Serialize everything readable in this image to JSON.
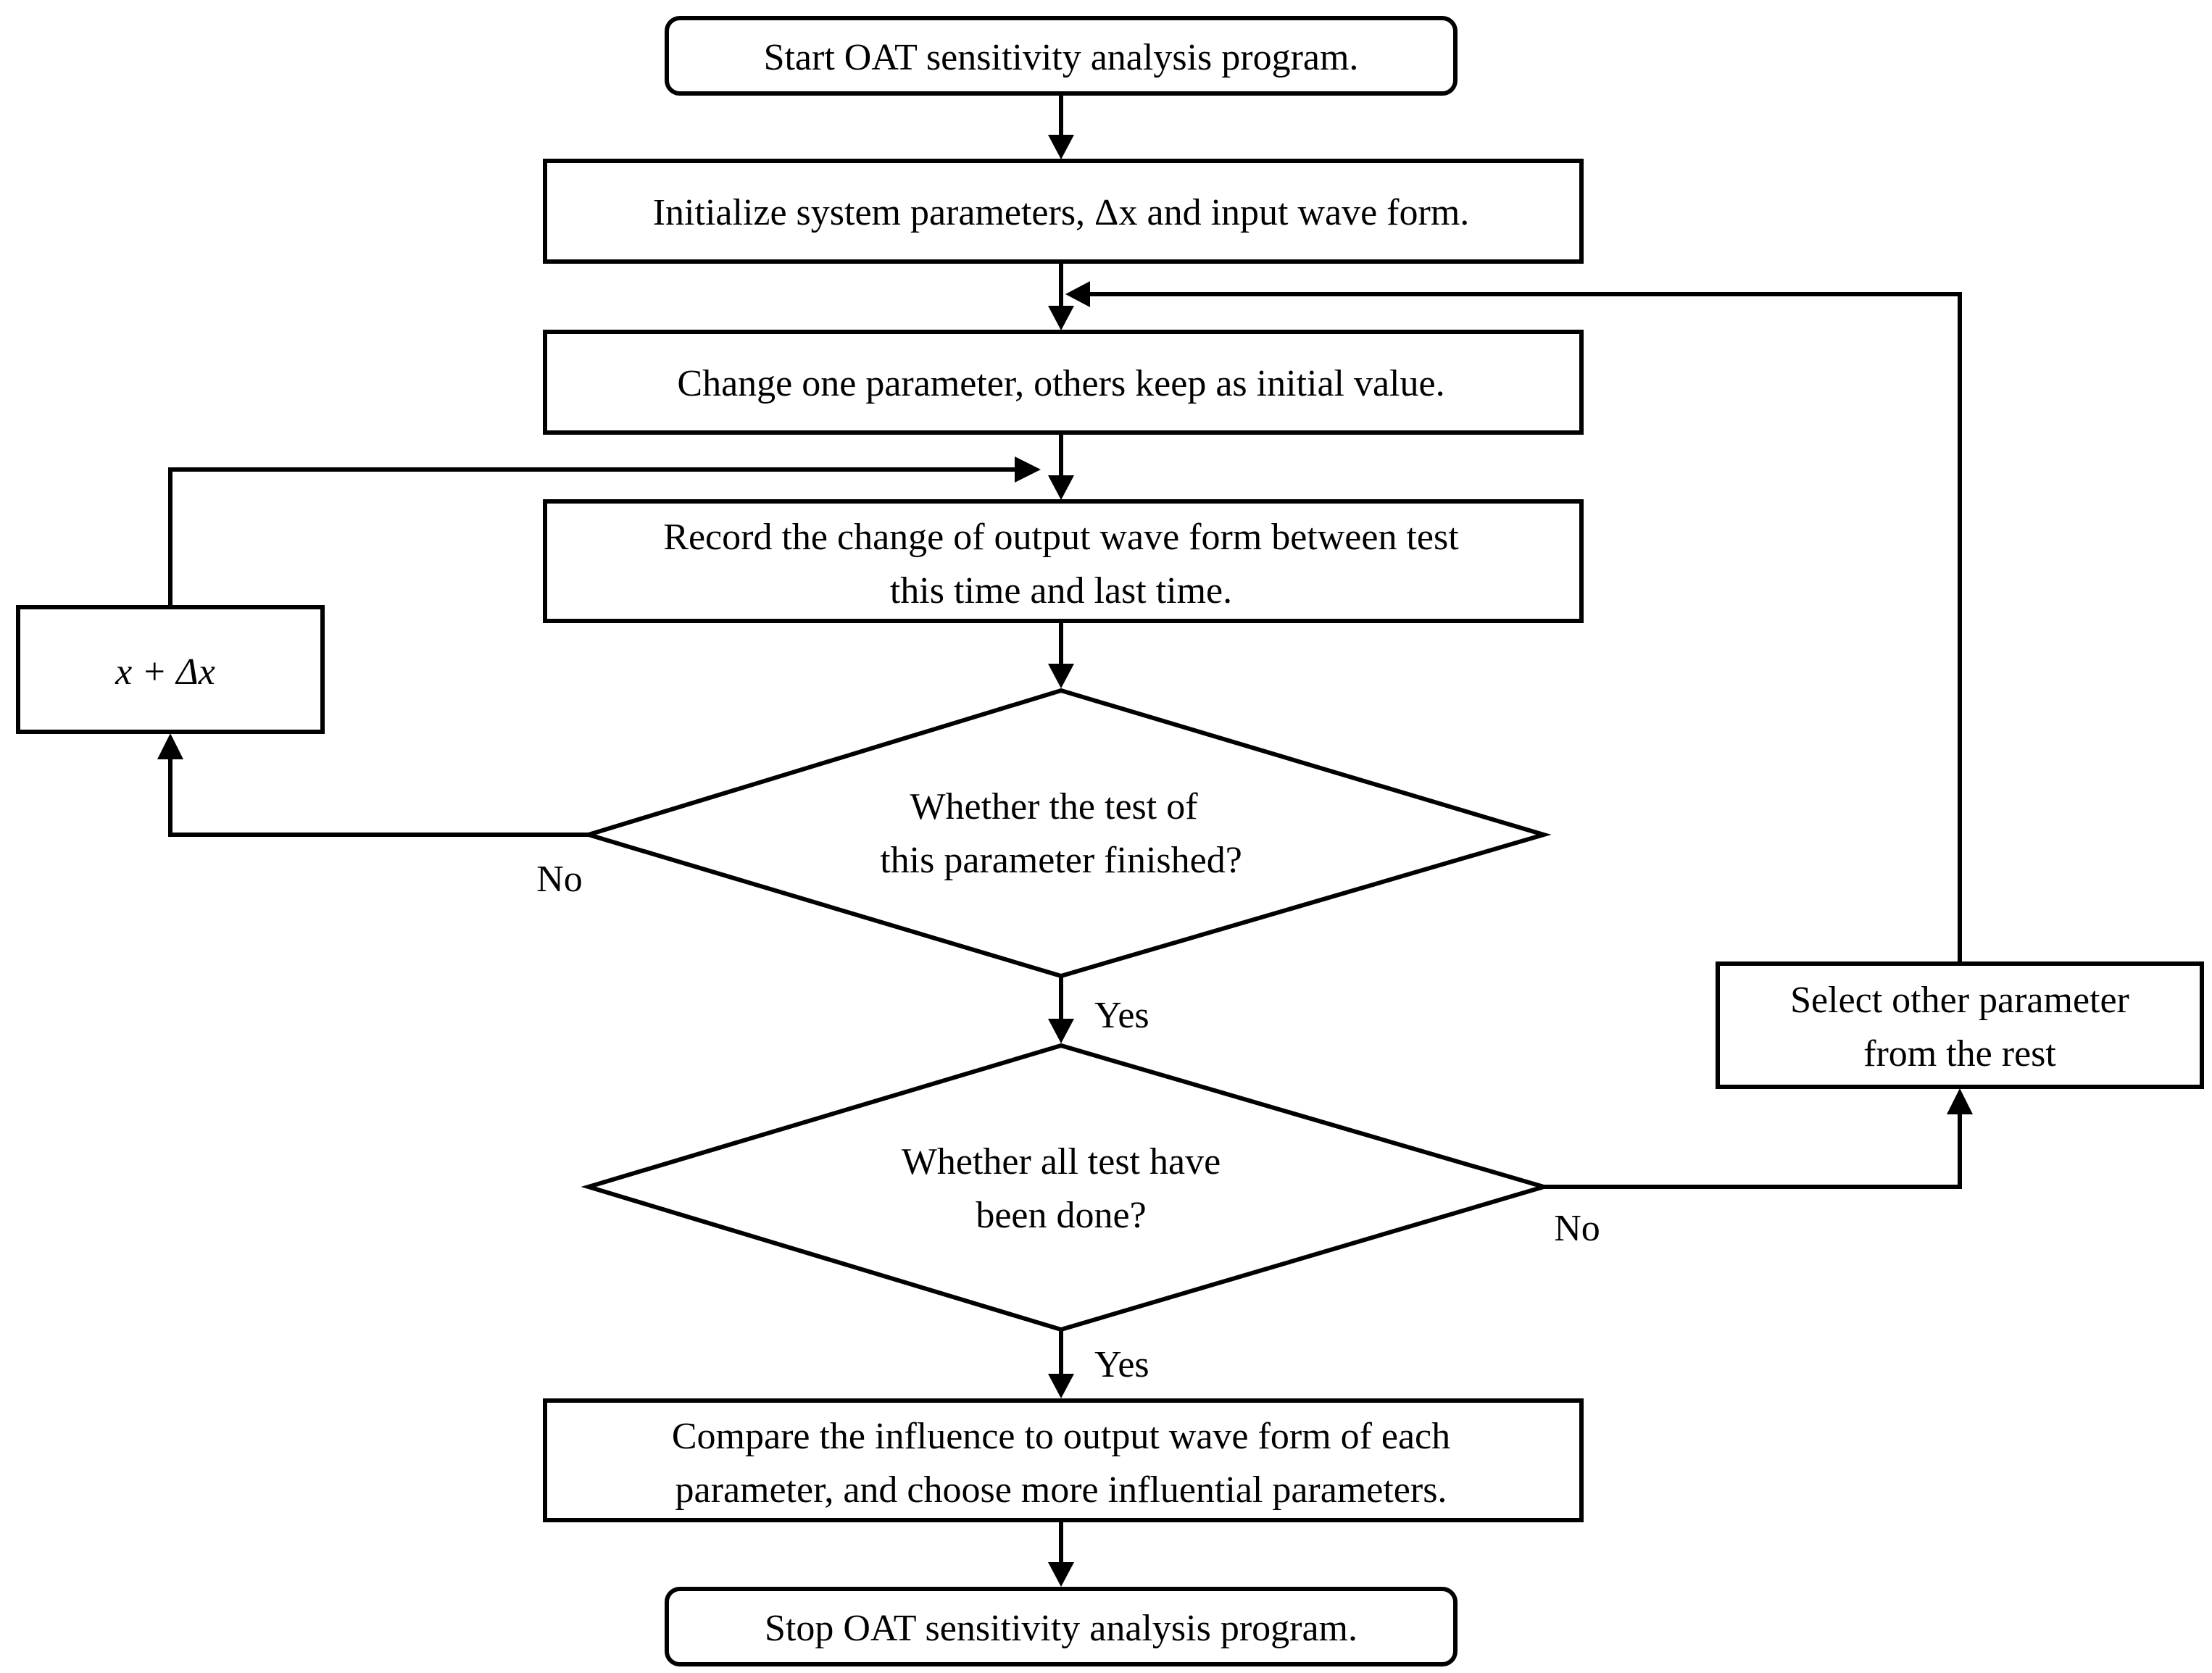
{
  "nodes": {
    "start": "Start OAT sensitivity analysis program.",
    "init": "Initialize system parameters, Δx and input wave form.",
    "change": "Change one parameter, others keep as initial value.",
    "record_1": "Record the change of output wave form between test",
    "record_2": "this time and last time.",
    "increment": "x + Δx",
    "decision1_1": "Whether the test of",
    "decision1_2": "this parameter finished?",
    "decision2_1": "Whether all test have",
    "decision2_2": "been done?",
    "select_1": "Select other parameter",
    "select_2": "from the rest",
    "compare_1": "Compare the influence to output wave form of each",
    "compare_2": "parameter, and choose more influential parameters.",
    "stop": "Stop OAT sensitivity analysis program."
  },
  "edge_labels": {
    "d1_no": "No",
    "d1_yes": "Yes",
    "d2_no": "No",
    "d2_yes": "Yes"
  }
}
